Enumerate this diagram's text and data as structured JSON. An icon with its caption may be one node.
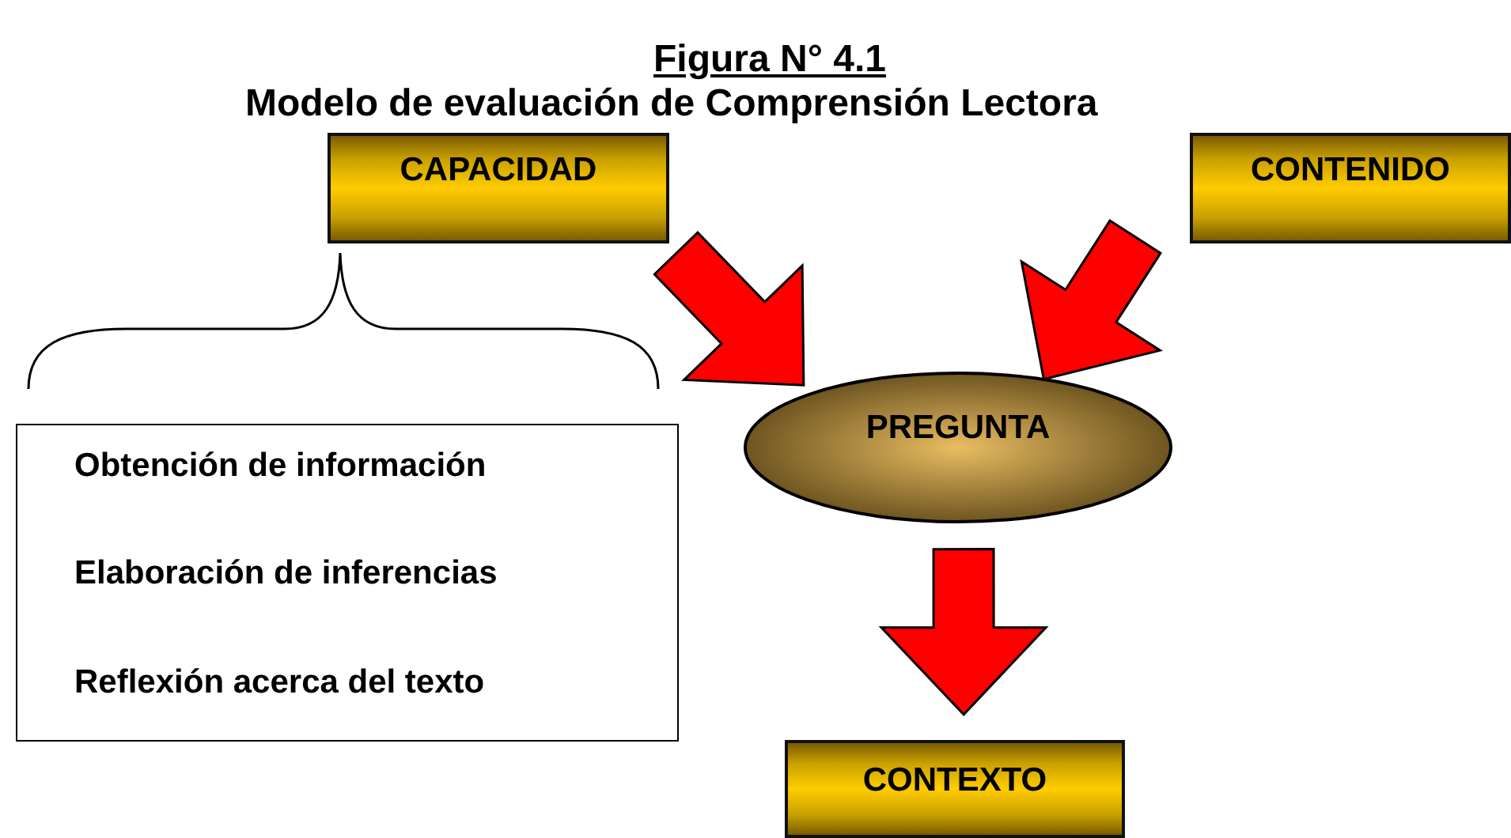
{
  "diagram": {
    "title": "Figura N° 4.1",
    "nodes": [
      {
        "text": [
          "CAPACIDAD"
        ]
      },
      {
        "text": [
          "CONTENIDO"
        ]
      },
      {
        "text": [
          "PREGUNTA"
        ]
      },
      {
        "text": [
          "CONTEXTO"
        ]
      },
      {
        "text": [
          "Obtención de información",
          "Elaboración de inferencias",
          "Reflexión acerca del texto"
        ]
      }
    ],
    "edges": [
      {
        "from": 0,
        "to": 2,
        "arrow": "to",
        "style": "thick"
      },
      {
        "from": 1,
        "to": 2,
        "arrow": "to",
        "style": "thick"
      },
      {
        "from": 2,
        "to": 3,
        "arrow": "to",
        "style": "thick"
      }
    ],
    "labels": [
      "Modelo de evaluación de Comprensión Lectora"
    ]
  }
}
